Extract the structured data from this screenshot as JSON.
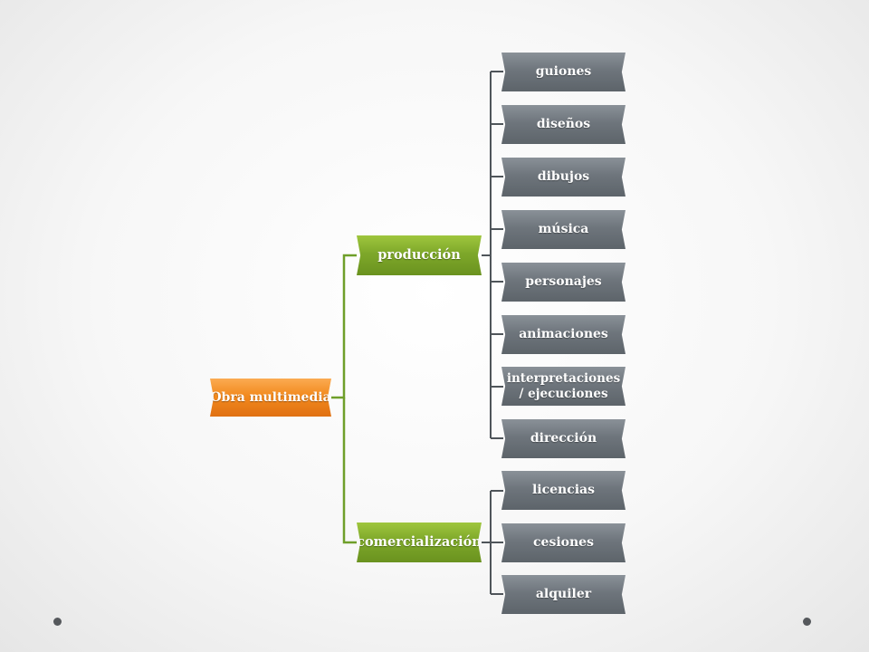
{
  "diagram": {
    "root": {
      "label": "Obra multimedia"
    },
    "branches": [
      {
        "label": "producción",
        "children": [
          "guiones",
          "diseños",
          "dibujos",
          "música",
          "personajes",
          "animaciones",
          "interpretaciones / ejecuciones",
          "dirección"
        ]
      },
      {
        "label": "comercialización",
        "children": [
          "licencias",
          "cesiones",
          "alquiler"
        ]
      }
    ]
  },
  "colors": {
    "root": "#f28a1e",
    "branch": "#7ea82a",
    "leaf": "#6e757c",
    "connector": "#6f9f2a",
    "slide_dots": "#55585c"
  }
}
